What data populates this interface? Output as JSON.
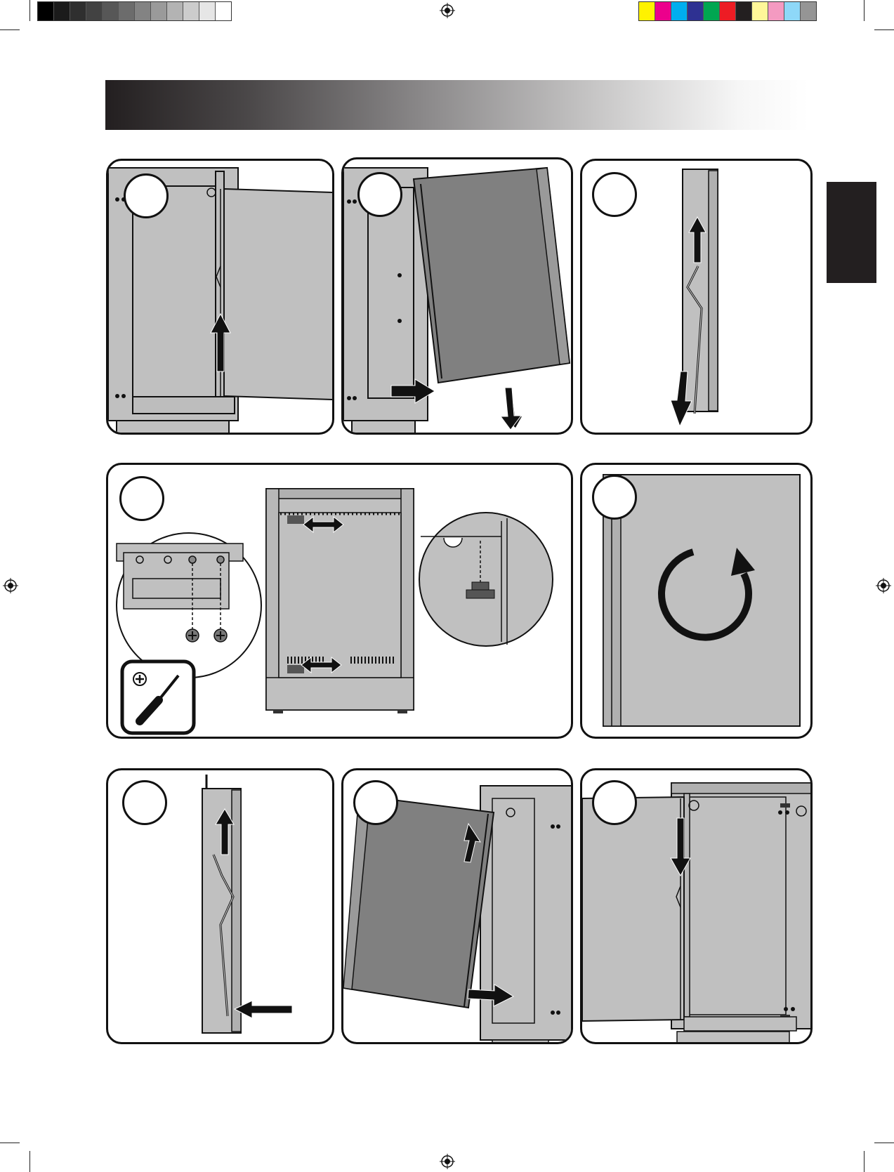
{
  "colors": {
    "grayscale_bar": [
      "#000000",
      "#1b1b1b",
      "#2f2f2f",
      "#424242",
      "#575757",
      "#6c6c6c",
      "#838383",
      "#9a9a9a",
      "#b3b3b3",
      "#cccccc",
      "#e6e6e6",
      "#ffffff"
    ],
    "color_bar": [
      "#fff200",
      "#ec008c",
      "#00aeef",
      "#2e3192",
      "#00a651",
      "#ed1c24",
      "#231f20",
      "#fff799",
      "#f49ac1",
      "#8ed8f8",
      "#959595"
    ],
    "header_gradient_start": "#231f20",
    "side_tab": "#231f20",
    "panel_fill": "#c0c0c0",
    "door_dark": "#808080"
  },
  "icons": {
    "registration_mark": "registration-target-icon",
    "tool": "phillips-screwdriver-icon",
    "rotate": "rotate-clockwise-icon",
    "arrow": "arrow-icon",
    "screw": "screw-icon"
  },
  "steps": [
    {
      "id": 1,
      "illustration": "open-door-lift"
    },
    {
      "id": 2,
      "illustration": "remove-door"
    },
    {
      "id": 3,
      "illustration": "remove-hinge-pin"
    },
    {
      "id": 4,
      "illustration": "move-hinge-brackets"
    },
    {
      "id": 5,
      "illustration": "rotate-door"
    },
    {
      "id": 6,
      "illustration": "insert-hinge-pin"
    },
    {
      "id": 7,
      "illustration": "mount-door"
    },
    {
      "id": 8,
      "illustration": "close-door"
    }
  ]
}
